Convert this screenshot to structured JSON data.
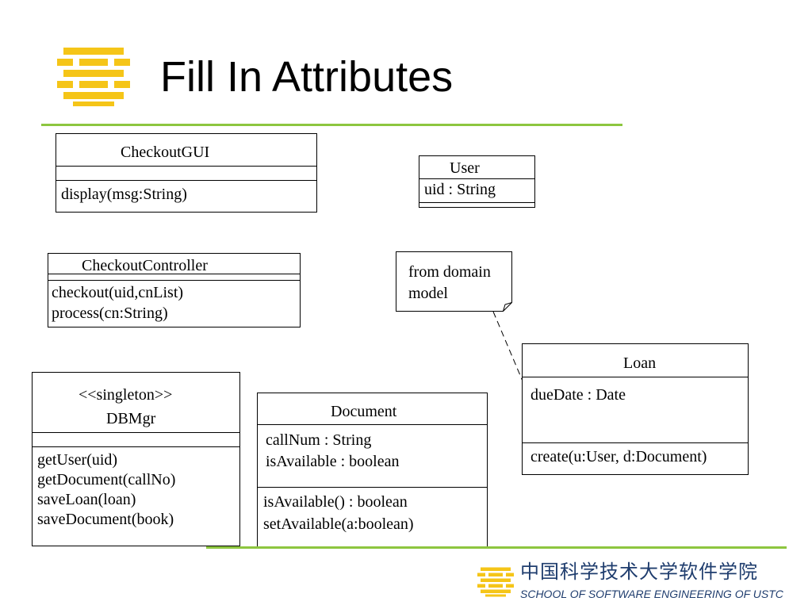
{
  "slide": {
    "title": "Fill In Attributes",
    "accent_color": "#8dc63f",
    "logo_color": "#f5c518"
  },
  "classes": {
    "checkout_gui": {
      "name": "CheckoutGUI",
      "attributes": [],
      "methods": [
        "display(msg:String)"
      ]
    },
    "user": {
      "name": "User",
      "attributes": [
        "uid : String"
      ],
      "methods": []
    },
    "checkout_controller": {
      "name": "CheckoutController",
      "attributes": [],
      "methods": [
        "checkout(uid,cnList)",
        "process(cn:String)"
      ]
    },
    "dbmgr": {
      "stereotype": "<<singleton>>",
      "name": "DBMgr",
      "attributes": [],
      "methods": [
        "getUser(uid)",
        "getDocument(callNo)",
        "saveLoan(loan)",
        "saveDocument(book)"
      ]
    },
    "document": {
      "name": "Document",
      "attributes": [
        "callNum : String",
        "isAvailable : boolean"
      ],
      "methods": [
        "isAvailable() : boolean",
        "setAvailable(a:boolean)"
      ]
    },
    "loan": {
      "name": "Loan",
      "attributes": [
        "dueDate : Date"
      ],
      "methods": [
        "create(u:User, d:Document)"
      ]
    }
  },
  "note": {
    "lines": [
      "from domain",
      "model"
    ]
  },
  "footer": {
    "school_cn": "中国科学技术大学软件学院",
    "school_en": "SCHOOL OF SOFTWARE ENGINEERING OF USTC"
  }
}
